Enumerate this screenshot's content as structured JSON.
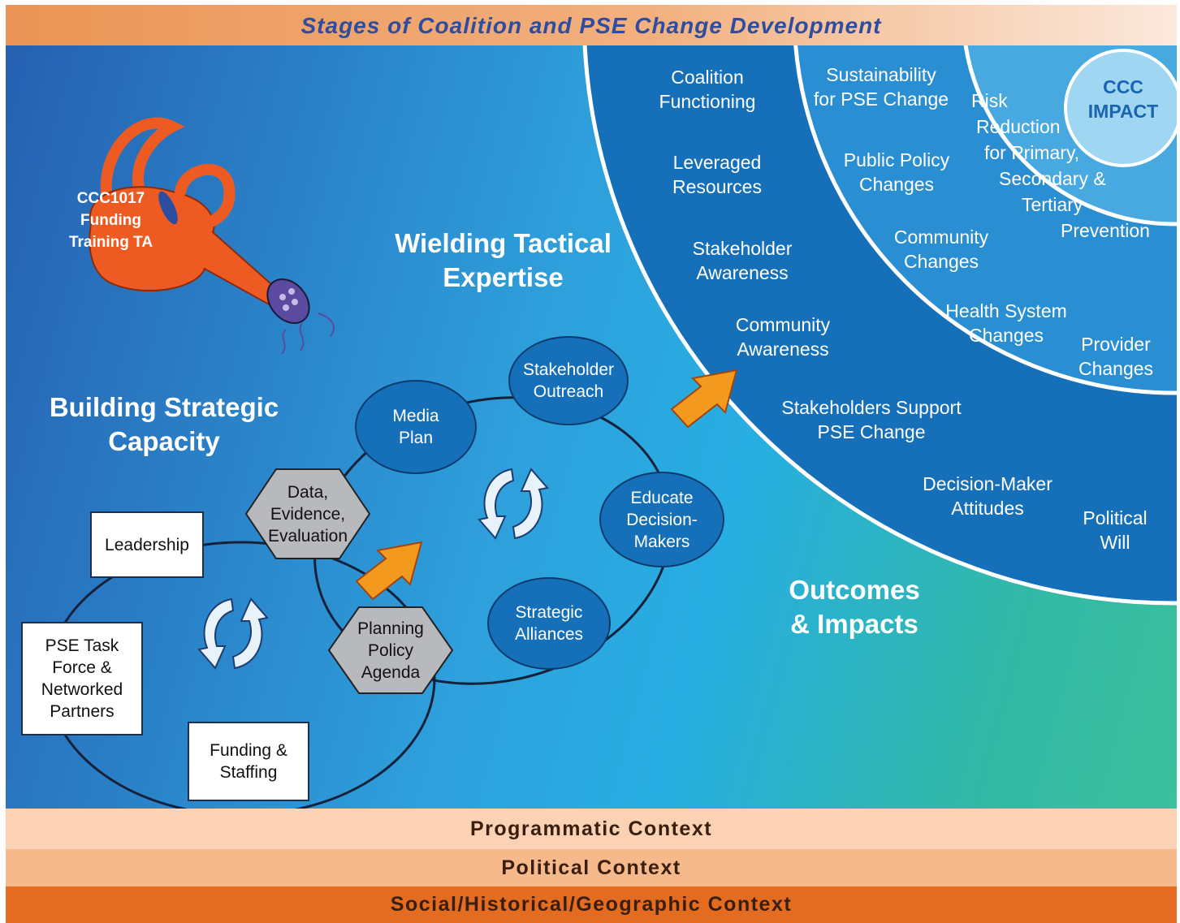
{
  "title": "Stages of Coalition and PSE Change Development",
  "can_label": [
    "CCC1017",
    "Funding",
    "Training TA"
  ],
  "headings": {
    "building": [
      "Building Strategic",
      "Capacity"
    ],
    "wielding": [
      "Wielding Tactical",
      "Expertise"
    ],
    "outcomes": [
      "Outcomes",
      "& Impacts"
    ]
  },
  "capacity_boxes": {
    "leadership": "Leadership",
    "pse_task_force": [
      "PSE Task",
      "Force &",
      "Networked",
      "Partners"
    ],
    "funding_staffing": [
      "Funding &",
      "Staffing"
    ]
  },
  "hexagons": {
    "data_evidence": [
      "Data,",
      "Evidence,",
      "Evaluation"
    ],
    "planning_policy": [
      "Planning",
      "Policy",
      "Agenda"
    ]
  },
  "tactics": {
    "media_plan": [
      "Media",
      "Plan"
    ],
    "stakeholder_outreach": [
      "Stakeholder",
      "Outreach"
    ],
    "educate": [
      "Educate",
      "Decision-",
      "Makers"
    ],
    "strategic_alliances": [
      "Strategic",
      "Alliances"
    ]
  },
  "outer_ring": {
    "coalition_functioning": [
      "Coalition",
      "Functioning"
    ],
    "leveraged_resources": [
      "Leveraged",
      "Resources"
    ],
    "stakeholder_awareness": [
      "Stakeholder",
      "Awareness"
    ],
    "community_awareness": [
      "Community",
      "Awareness"
    ],
    "stakeholders_support": [
      "Stakeholders Support",
      "PSE Change"
    ],
    "decision_maker_attitudes": [
      "Decision-Maker",
      "Attitudes"
    ],
    "political_will": [
      "Political",
      "Will"
    ]
  },
  "middle_ring": {
    "sustainability": [
      "Sustainability",
      "for PSE Change"
    ],
    "public_policy": [
      "Public Policy",
      "Changes"
    ],
    "community_changes": [
      "Community",
      "Changes"
    ],
    "health_system": [
      "Health System",
      "Changes"
    ],
    "provider_changes": [
      "Provider",
      "Changes"
    ]
  },
  "inner_ring": {
    "risk_reduction": [
      "Risk",
      "Reduction",
      "for Primary,",
      "Secondary &",
      "Tertiary",
      "Prevention"
    ]
  },
  "impact": [
    "CCC",
    "IMPACT"
  ],
  "contexts": {
    "programmatic": "Programmatic Context",
    "political": "Political Context",
    "social": "Social/Historical/Geographic Context"
  },
  "colors": {
    "title_text": "#2e4da0",
    "outer_ring": "#1570b9",
    "middle_ring": "#2a8ed2",
    "inner_ring": "#48a8e0",
    "impact_circle": "#9fd7f3",
    "watering_can": "#ee5b22",
    "arrow_orange": "#f39a1e",
    "hexagon": "#b7b9bc"
  }
}
